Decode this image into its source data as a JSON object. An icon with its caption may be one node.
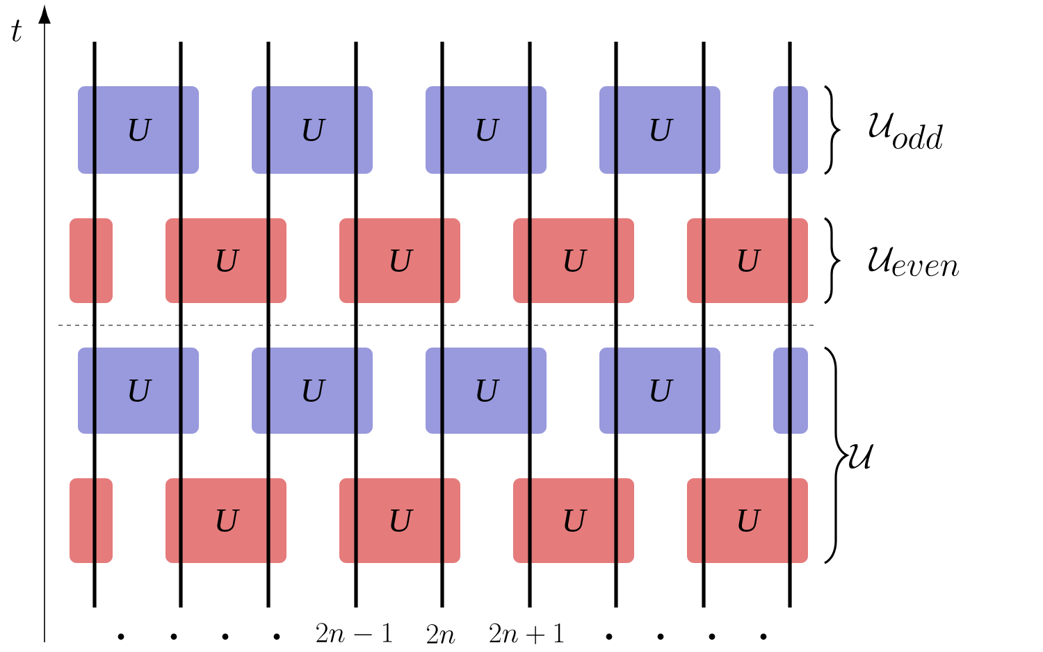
{
  "diagram": {
    "nodes": [
      {
        "text": [
          "U"
        ]
      },
      {
        "text": [
          "U"
        ]
      },
      {
        "text": [
          "U"
        ]
      },
      {
        "text": [
          "U"
        ]
      },
      {
        "text": [],
        "shape": "box"
      },
      {
        "text": [],
        "shape": "box"
      },
      {
        "text": [
          "U"
        ]
      },
      {
        "text": [
          "U"
        ]
      },
      {
        "text": [
          "U"
        ]
      },
      {
        "text": [
          "U"
        ]
      },
      {
        "text": [
          "U"
        ]
      },
      {
        "text": [
          "U"
        ]
      },
      {
        "text": [
          "U"
        ]
      },
      {
        "text": [
          "U"
        ]
      },
      {
        "text": [],
        "shape": "box"
      },
      {
        "text": [],
        "shape": "box"
      },
      {
        "text": [
          "U"
        ]
      },
      {
        "text": [
          "U"
        ]
      },
      {
        "text": [
          "U"
        ]
      },
      {
        "text": [
          "U"
        ]
      }
    ],
    "labels": [
      "t",
      "\\mathcal{U}_{odd}",
      "\\mathcal{U}_{even}",
      "\\mathcal{U}",
      "2n-1",
      "2n",
      "2n+1"
    ]
  }
}
